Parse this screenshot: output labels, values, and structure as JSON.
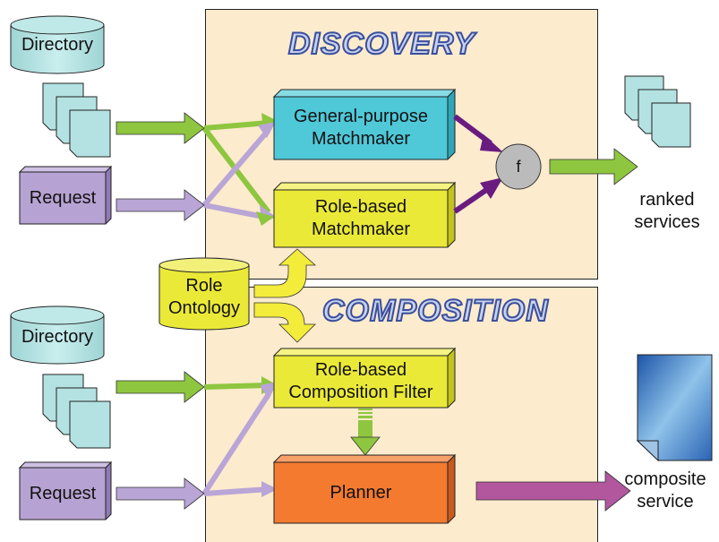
{
  "sections": {
    "discovery_title": "DISCOVERY",
    "composition_title": "COMPOSITION"
  },
  "nodes": {
    "directory_top": "Directory",
    "request_top": "Request",
    "directory_bottom": "Directory",
    "request_bottom": "Request",
    "general_matchmaker": "General-purpose\nMatchmaker",
    "role_matchmaker": "Role-based\nMatchmaker",
    "role_ontology": "Role\nOntology",
    "composition_filter": "Role-based\nComposition Filter",
    "planner": "Planner",
    "combiner": "f"
  },
  "outputs": {
    "ranked_services": "ranked\nservices",
    "composite_service": "composite\nservice"
  },
  "colors": {
    "panel": "#fcebcd",
    "cylinder": "#b4e2e2",
    "document": "#b4e2e2",
    "request_box": "#b7a3d3",
    "general_matchmaker": "#4fc8d8",
    "yellow_box": "#ebe937",
    "planner": "#f47a30",
    "green_arrow": "#8ec63f",
    "purple_arrow": "#6a1b80",
    "lilac_arrow": "#b9a5d6",
    "composite_arrow": "#b2569e",
    "yellow_arrow": "#f3ec3b"
  }
}
